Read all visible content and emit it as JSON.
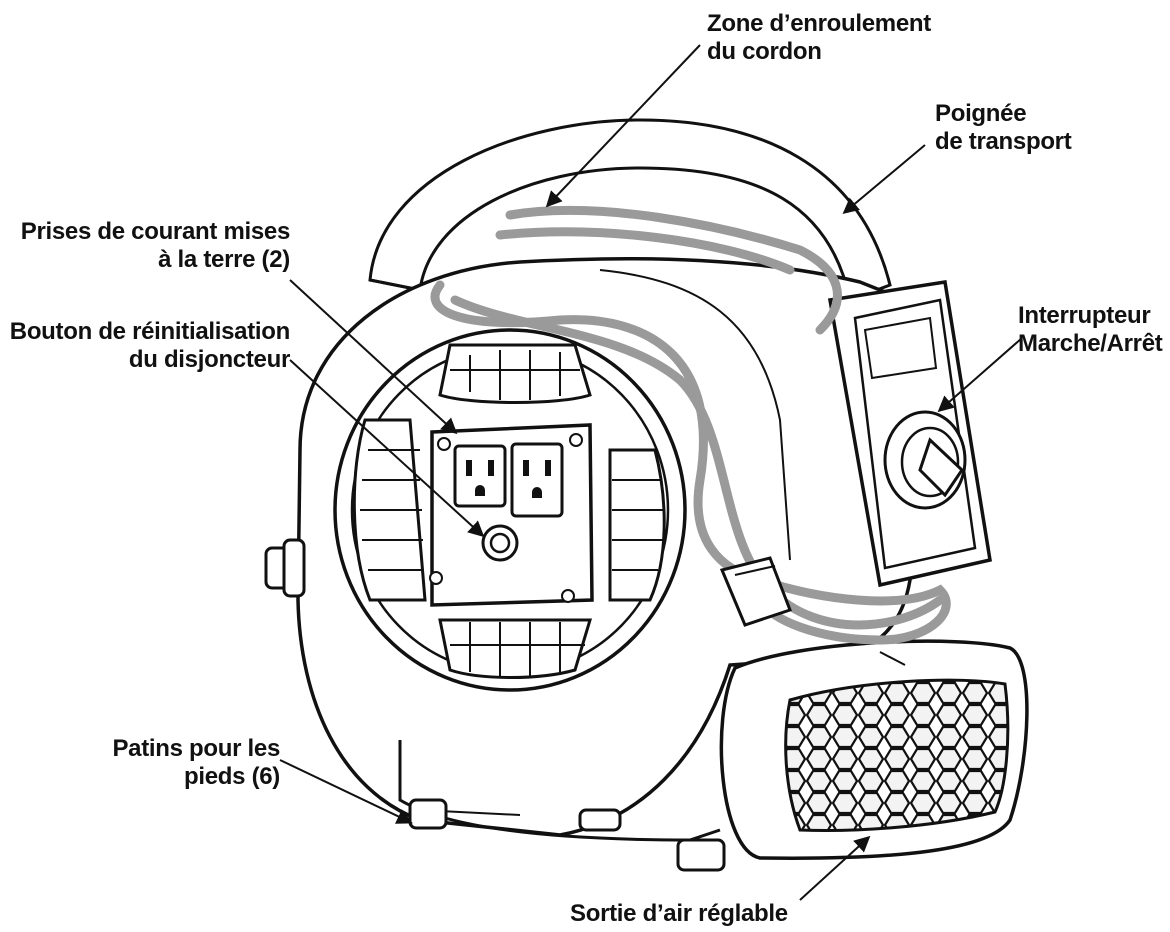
{
  "labels": {
    "cord_wrap": {
      "line1": "Zone d’enroulement",
      "line2": "du cordon"
    },
    "carry_handle": {
      "line1": "Poignée",
      "line2": "de transport"
    },
    "outlets": {
      "line1": "Prises de courant mises",
      "line2": "à la terre (2)"
    },
    "reset_button": {
      "line1": "Bouton de réinitialisation",
      "line2": "du disjoncteur"
    },
    "power_switch": {
      "line1": "Interrupteur",
      "line2": "Marche/Arrêt"
    },
    "feet": {
      "line1": "Patins pour les",
      "line2": "pieds (6)"
    },
    "air_outlet": {
      "line1": "Sortie d’air réglable"
    }
  },
  "colors": {
    "ink": "#111111",
    "body": "#ffffff",
    "cord": "#9a9a9a"
  }
}
